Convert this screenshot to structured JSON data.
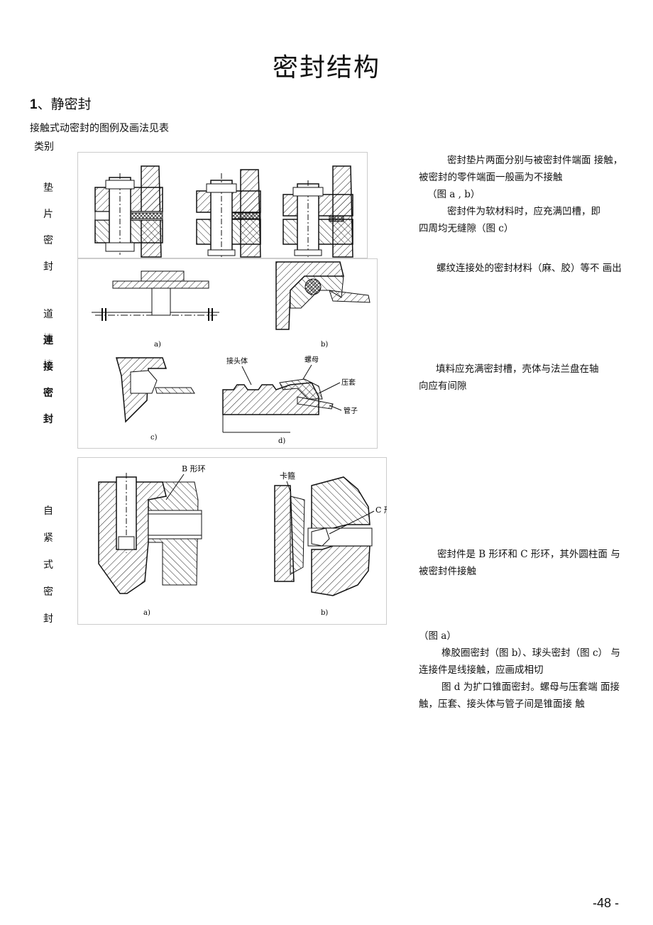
{
  "document": {
    "title": "密封结构",
    "section": {
      "number": "1",
      "title": "、静密封"
    },
    "intro": "接触式动密封的图例及画法见表",
    "category_label": "类别",
    "page_number": "-48 -"
  },
  "rows": {
    "gasket": [
      "垫",
      "片",
      "密",
      "封"
    ],
    "pipe": [
      "道",
      "連",
      "接",
      "密",
      "封"
    ],
    "pipe_alt": [
      "道",
      "接",
      "接"
    ],
    "selftight": [
      "自",
      "紧",
      "式",
      "密",
      "封"
    ]
  },
  "notes": {
    "gasket_1a": "密封垫片两面分别与被密封件端面  接触，",
    "gasket_1b": "被密封的零件端面一般画为不接触",
    "gasket_1c": "（图 a , b）",
    "gasket_2a": "密封件为软材料时，应充满凹槽，即",
    "gasket_2b": "四周均无缝隙（图  c）",
    "thread": "螺纹连接处的密封材料（麻、胶）等不 画出",
    "packing_a": "填料应充满密封槽，壳体与法兰盘在轴",
    "packing_b": "向应有间隙",
    "ring_a": "密封件是 B 形环和 C 形环，其外圆柱面  与",
    "ring_b": "被密封件接触",
    "bottom_1": "（图 a）",
    "bottom_2a": "橡胶圈密封（图 b）、球头密封（图 c）  与",
    "bottom_2b": "连接件是线接触，应画成相切",
    "bottom_3a": "图 d 为扩口锥面密封。螺母与压套端  面接",
    "bottom_3b": "触，压套、接头体与管子间是锥面接  触"
  },
  "figure_labels": {
    "a": "a)",
    "b": "b)",
    "c": "c)",
    "d": "d)",
    "joint_body": "接头体",
    "nut": "螺母",
    "press_sleeve": "压套",
    "pipe": "管子",
    "b_ring": "B 形环",
    "c_ring": "C 形环",
    "clamp": "卡箍"
  }
}
